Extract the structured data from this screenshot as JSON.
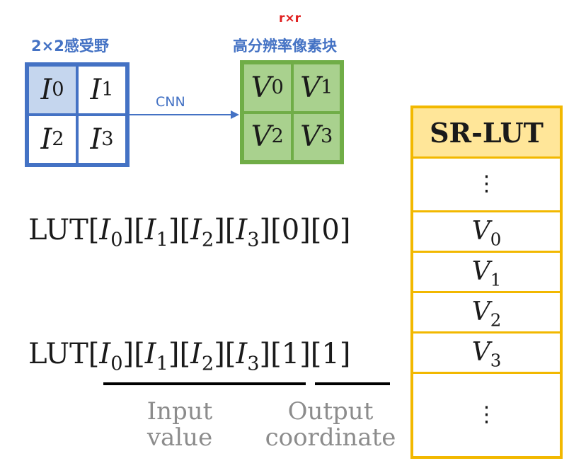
{
  "input_grid": {
    "title": "2×2感受野",
    "cells": [
      {
        "base": "I",
        "sub": "0"
      },
      {
        "base": "I",
        "sub": "1"
      },
      {
        "base": "I",
        "sub": "2"
      },
      {
        "base": "I",
        "sub": "3"
      }
    ]
  },
  "arrow": {
    "label": "CNN"
  },
  "output_grid": {
    "size_label": "r×r",
    "title": "高分辨率像素块",
    "cells": [
      {
        "base": "V",
        "sub": "0"
      },
      {
        "base": "V",
        "sub": "1"
      },
      {
        "base": "V",
        "sub": "2"
      },
      {
        "base": "V",
        "sub": "3"
      }
    ]
  },
  "lut_expressions": [
    {
      "prefix": "LUT",
      "indices": [
        "0",
        "1",
        "2",
        "3"
      ],
      "coords": [
        "0",
        "0"
      ]
    },
    {
      "prefix": "LUT",
      "indices": [
        "0",
        "1",
        "2",
        "3"
      ],
      "coords": [
        "1",
        "1"
      ]
    }
  ],
  "annotations": {
    "input_value": [
      "Input",
      "value"
    ],
    "output_coordinate": [
      "Output",
      "coordinate"
    ]
  },
  "sr_lut": {
    "title": "SR-LUT",
    "ellipsis": "⋮",
    "rows": [
      {
        "base": "V",
        "sub": "0"
      },
      {
        "base": "V",
        "sub": "1"
      },
      {
        "base": "V",
        "sub": "2"
      },
      {
        "base": "V",
        "sub": "3"
      }
    ]
  },
  "colors": {
    "input_border": "#4472C4",
    "input_highlight": "#C5D6EE",
    "output_fill": "#A9D18E",
    "output_border": "#70AD47",
    "table_border": "#F2B800",
    "table_header": "#FFE699",
    "size_label": "#E02020"
  }
}
